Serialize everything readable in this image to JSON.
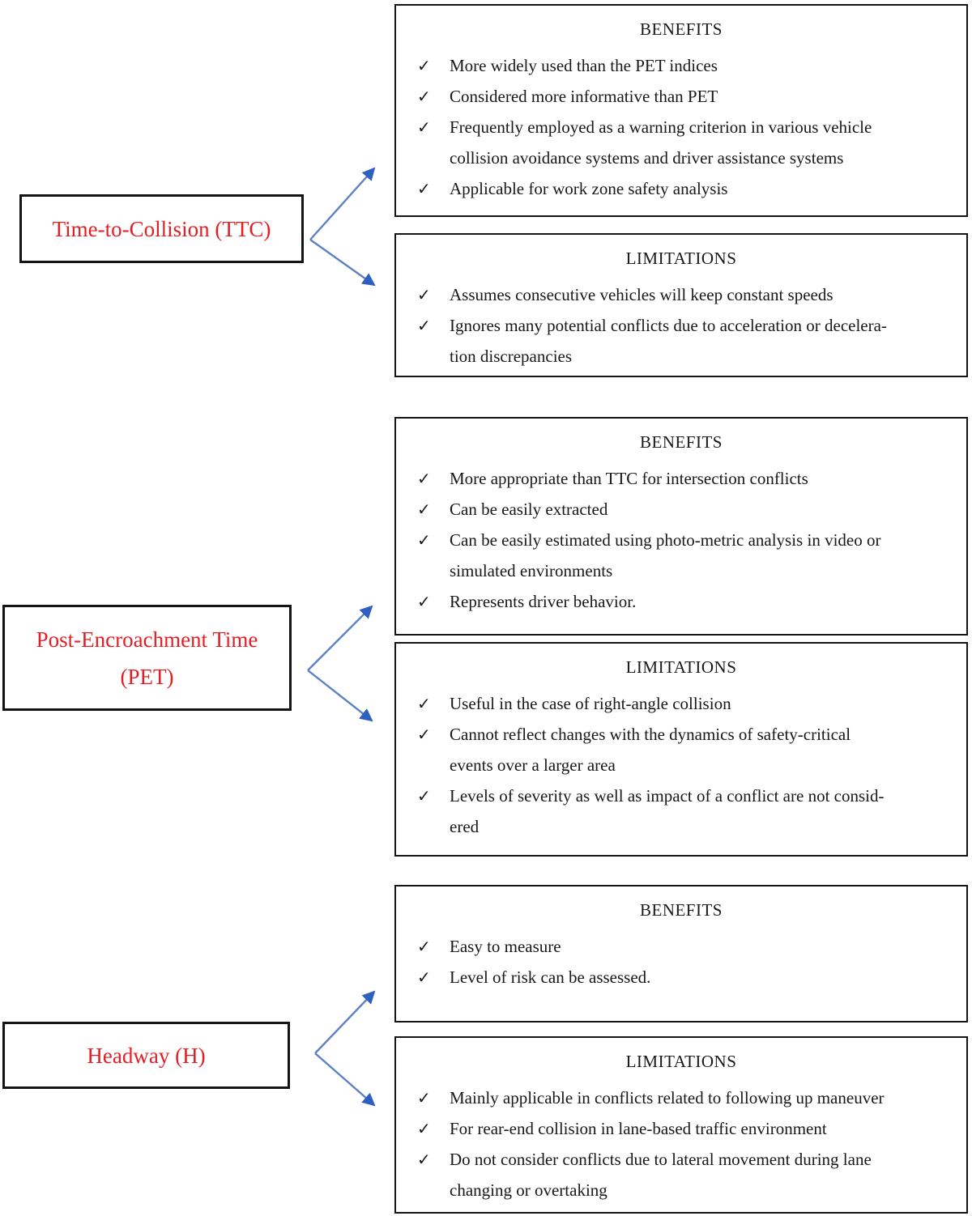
{
  "glyphs": {
    "check": "✓"
  },
  "colors": {
    "label_text": "#e31e25",
    "arrow_line": "#5e81c6",
    "arrow_head": "#2f5fc1",
    "box_border": "#141414",
    "body_text": "#181818"
  },
  "sections": [
    {
      "label_lines": [
        "Time-to-Collision (TTC)"
      ],
      "benefits": {
        "title": "BENEFITS",
        "items": [
          [
            "More widely used than the PET indices"
          ],
          [
            "Considered more informative than PET"
          ],
          [
            "Frequently employed as a warning criterion in various vehicle",
            "collision avoidance systems and driver assistance systems"
          ],
          [
            "Applicable for work zone safety analysis"
          ]
        ]
      },
      "limitations": {
        "title": "LIMITATIONS",
        "items": [
          [
            "Assumes consecutive vehicles will keep constant speeds"
          ],
          [
            "Ignores many potential conflicts due to acceleration or decelera-",
            "tion discrepancies"
          ]
        ]
      }
    },
    {
      "label_lines": [
        "Post-Encroachment Time",
        "(PET)"
      ],
      "benefits": {
        "title": "BENEFITS",
        "items": [
          [
            "More appropriate than TTC for intersection conflicts"
          ],
          [
            "Can be easily extracted"
          ],
          [
            "Can be easily estimated using photo-metric analysis in video or",
            "simulated environments"
          ],
          [
            "Represents driver behavior."
          ]
        ]
      },
      "limitations": {
        "title": "LIMITATIONS",
        "items": [
          [
            "Useful in the case of right-angle collision"
          ],
          [
            "Cannot reflect changes with the dynamics of safety-critical",
            "events over a larger area"
          ],
          [
            "Levels of severity as well as impact of a conflict are not consid-",
            "ered"
          ]
        ]
      }
    },
    {
      "label_lines": [
        "Headway (H)"
      ],
      "benefits": {
        "title": "BENEFITS",
        "items": [
          [
            "Easy to measure"
          ],
          [
            "Level of risk can be assessed."
          ]
        ]
      },
      "limitations": {
        "title": "LIMITATIONS",
        "items": [
          [
            "Mainly applicable in conflicts related to following up maneuver"
          ],
          [
            "For rear-end collision in lane-based traffic environment"
          ],
          [
            "Do not consider conflicts due to lateral movement during lane",
            "changing or overtaking"
          ]
        ]
      }
    }
  ]
}
